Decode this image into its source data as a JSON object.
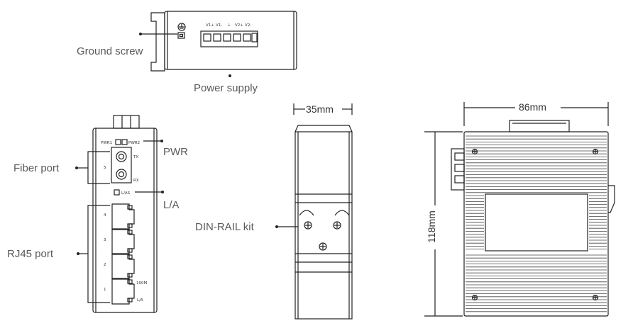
{
  "labels": {
    "ground_screw": "Ground screw",
    "power_supply": "Power supply",
    "fiber_port": "Fiber port",
    "rj45_port": "RJ45 port",
    "pwr": "PWR",
    "la": "L/A",
    "din_rail_kit": "DIN-RAIL kit"
  },
  "terminal_block": {
    "pins": [
      "V1+",
      "V1-",
      "⏚",
      "V2+",
      "V2-"
    ]
  },
  "front_panel": {
    "pwr1": "PWR1",
    "pwr2": "PWR2",
    "tx": "TX",
    "rx": "RX",
    "fiber_port_number": "5",
    "la_led": "L/AS",
    "rj45_ports": [
      "4",
      "3",
      "2",
      "1"
    ],
    "speed_100m": "100M",
    "la_small": "L/A"
  },
  "dimensions": {
    "side_width": "35mm",
    "rear_width": "86mm",
    "height": "118mm"
  },
  "colors": {
    "line": "#222222",
    "text": "#5a5a5a",
    "window_fill": "#ffffff"
  }
}
